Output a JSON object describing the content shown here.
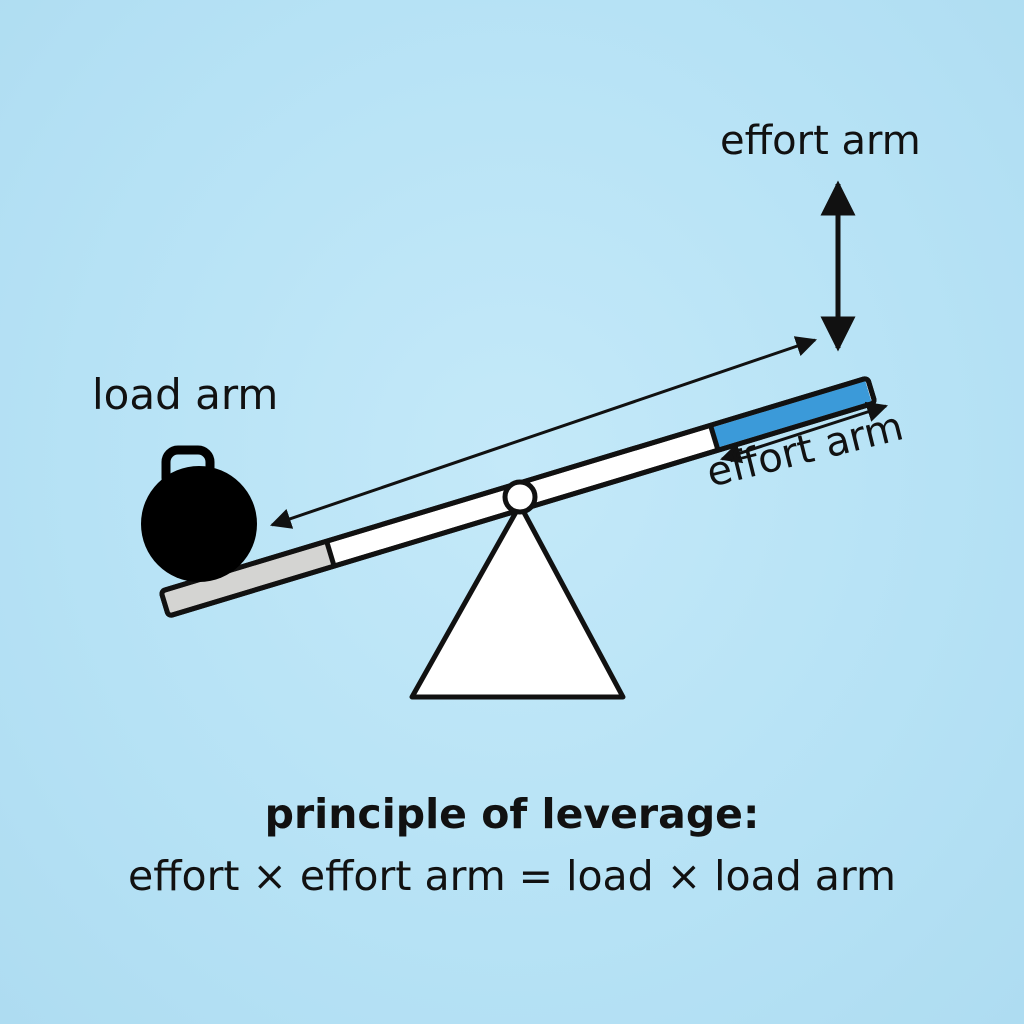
{
  "labels": {
    "effort_arm_top": "effort arm",
    "load_arm": "load arm",
    "effort_arm_tilted": "effort arm"
  },
  "caption": {
    "title": "principle of leverage:",
    "formula": "effort × effort arm = load × load arm"
  },
  "colors": {
    "background": "#b9e4f6",
    "beam": "#ffffff",
    "load_segment": "#d4d4d2",
    "effort_segment": "#3b9ad9",
    "outline": "#111111",
    "weight": "#000000"
  },
  "icons": {
    "weight": "kettlebell-weight-icon",
    "fulcrum": "triangle-fulcrum-icon",
    "pivot": "pivot-pin-icon"
  }
}
